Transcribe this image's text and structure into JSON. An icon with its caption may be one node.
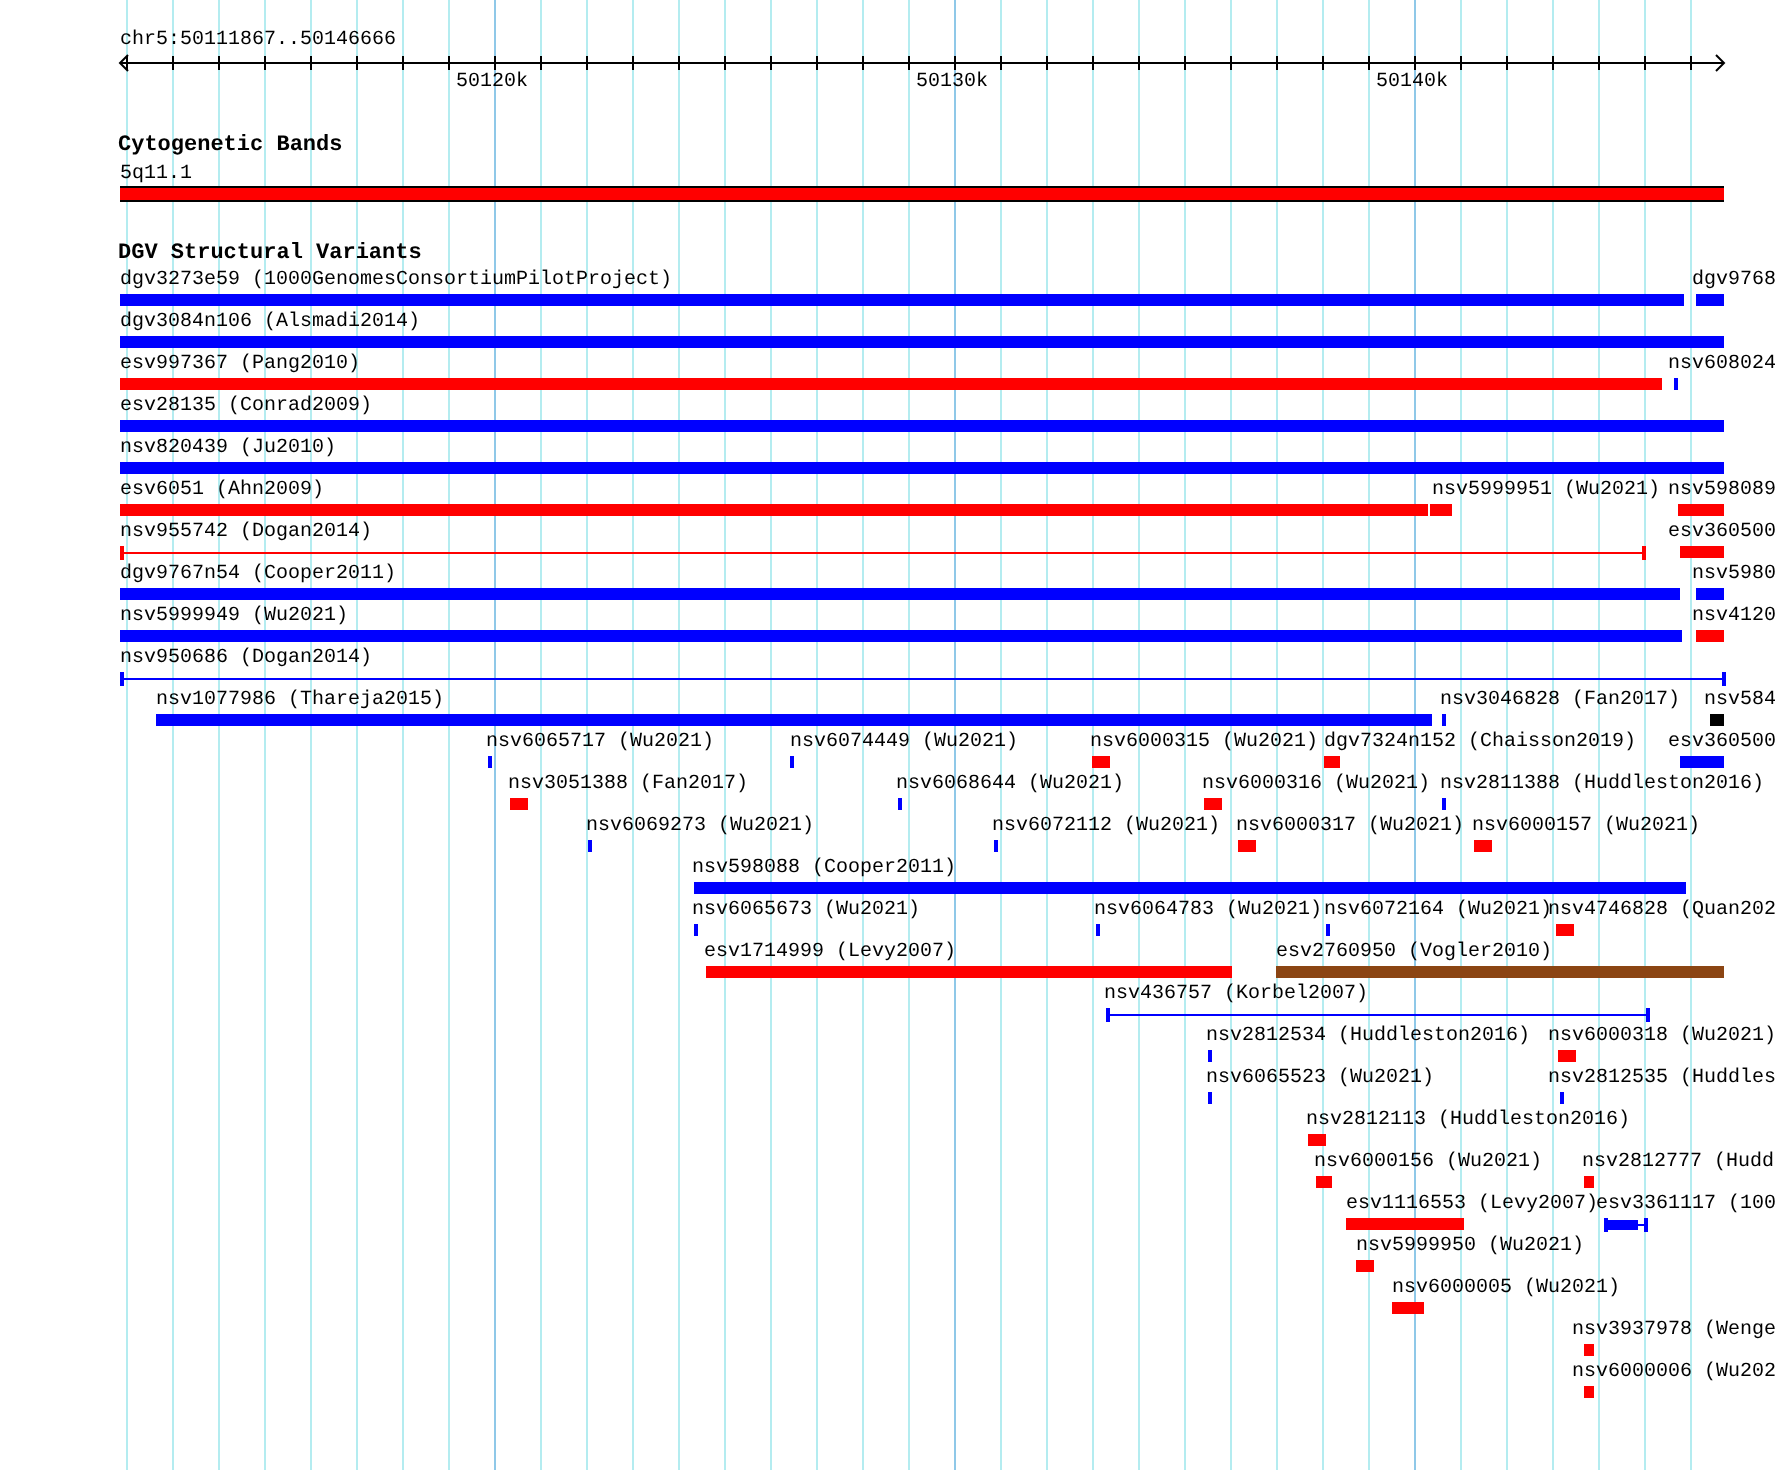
{
  "diagram": {
    "nodes": [
      {
        "text": [
          "5q11.1"
        ]
      },
      {
        "text": [
          "dgv3273e59 (1000GenomesConsortiumPilotProject)"
        ]
      },
      {
        "text": [
          "dgv9768"
        ]
      },
      {
        "text": [
          "dgv3084n106 (Alsmadi2014)"
        ]
      },
      {
        "text": [
          "esv997367 (Pang2010)"
        ]
      },
      {
        "text": [
          "nsv608024"
        ]
      },
      {
        "text": [
          "esv28135 (Conrad2009)"
        ]
      },
      {
        "text": [
          "nsv820439 (Ju2010)"
        ]
      },
      {
        "text": [
          "esv6051 (Ahn2009)"
        ]
      },
      {
        "text": [
          "nsv5999951 (Wu2021)"
        ]
      },
      {
        "text": [
          "nsv598089"
        ]
      },
      {
        "text": [
          "nsv955742 (Dogan2014)"
        ]
      },
      {
        "text": [
          "esv360500"
        ]
      },
      {
        "text": [
          "dgv9767n54 (Cooper2011)"
        ]
      },
      {
        "text": [
          "nsv5980"
        ]
      },
      {
        "text": [
          "nsv5999949 (Wu2021)"
        ]
      },
      {
        "text": [
          "nsv4120"
        ]
      },
      {
        "text": [
          "nsv950686 (Dogan2014)"
        ]
      },
      {
        "text": [
          "nsv1077986 (Thareja2015)"
        ]
      },
      {
        "text": [
          "nsv3046828 (Fan2017)"
        ]
      },
      {
        "text": [
          "nsv584"
        ]
      },
      {
        "text": [
          "nsv6065717 (Wu2021)"
        ]
      },
      {
        "text": [
          "nsv6074449 (Wu2021)"
        ]
      },
      {
        "text": [
          "nsv6000315 (Wu2021)"
        ]
      },
      {
        "text": [
          "dgv7324n152 (Chaisson2019)"
        ]
      },
      {
        "text": [
          "esv360500"
        ]
      },
      {
        "text": [
          "nsv3051388 (Fan2017)"
        ]
      },
      {
        "text": [
          "nsv6068644 (Wu2021)"
        ]
      },
      {
        "text": [
          "nsv6000316 (Wu2021)"
        ]
      },
      {
        "text": [
          "nsv2811388 (Huddleston2016)"
        ]
      },
      {
        "text": [
          "nsv6069273 (Wu2021)"
        ]
      },
      {
        "text": [
          "nsv6072112 (Wu2021)"
        ]
      },
      {
        "text": [
          "nsv6000317 (Wu2021)"
        ]
      },
      {
        "text": [
          "nsv6000157 (Wu2021)"
        ]
      },
      {
        "text": [
          "nsv598088 (Cooper2011)"
        ]
      },
      {
        "text": [
          "nsv6065673 (Wu2021)"
        ]
      },
      {
        "text": [
          "nsv6064783 (Wu2021)"
        ]
      },
      {
        "text": [
          "nsv6072164 (Wu2021)"
        ]
      },
      {
        "text": [
          "nsv4746828 (Quan202"
        ]
      },
      {
        "text": [
          "esv1714999 (Levy2007)"
        ]
      },
      {
        "text": [
          "esv2760950 (Vogler2010)"
        ]
      },
      {
        "text": [
          "nsv436757 (Korbel2007)"
        ]
      },
      {
        "text": [
          "nsv2812534 (Huddleston2016)"
        ]
      },
      {
        "text": [
          "nsv6000318 (Wu2021)"
        ]
      },
      {
        "text": [
          "nsv6065523 (Wu2021)"
        ]
      },
      {
        "text": [
          "nsv2812535 (Huddles"
        ]
      },
      {
        "text": [
          "nsv2812113 (Huddleston2016)"
        ]
      },
      {
        "text": [
          "nsv6000156 (Wu2021)"
        ]
      },
      {
        "text": [
          "nsv2812777 (Hudd"
        ]
      },
      {
        "text": [
          "esv1116553 (Levy2007)"
        ]
      },
      {
        "text": [
          "esv3361117 (100"
        ]
      },
      {
        "text": [
          "nsv5999950 (Wu2021)"
        ]
      },
      {
        "text": [
          "nsv6000005 (Wu2021)"
        ]
      },
      {
        "text": [
          "nsv3937978 (Wenge"
        ]
      },
      {
        "text": [
          "nsv6000006 (Wu202"
        ]
      }
    ],
    "labels": [
      "chr5:50111867..50146666",
      "50120k",
      "50130k",
      "50140k",
      "Cytogenetic Bands",
      "DGV Structural Variants"
    ]
  }
}
